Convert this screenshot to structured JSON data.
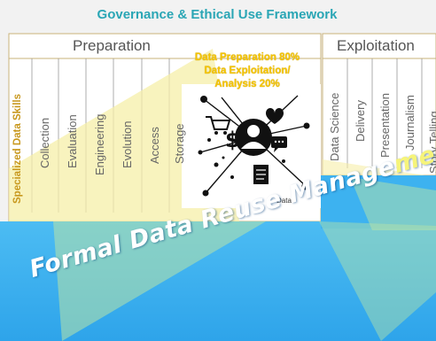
{
  "title": "Governance & Ethical Use Framework",
  "sections": {
    "preparation": "Preparation",
    "exploitation": "Exploitation"
  },
  "preparation_columns": [
    "Specialized Data Skills",
    "Collection",
    "Evaluation",
    "Engineering",
    "Evolution",
    "Access",
    "Storage"
  ],
  "exploitation_columns": [
    "Data Science",
    "Delivery",
    "Presentation",
    "Journalism",
    "Story Telling"
  ],
  "note": {
    "line1": "Data Preparation 80%",
    "line2": "Data Exploitation/",
    "line3": "Analysis 20%"
  },
  "banner": {
    "main": "Formal Data Reuse Manage",
    "highlight": "ment"
  },
  "icon_caption": "Data",
  "colors": {
    "title": "#2aa6b5",
    "banner_blue": "#3db2f0",
    "banner_text": "#ffffff",
    "banner_highlight": "#f6f47a",
    "note_text": "#f5c400",
    "gold_label": "#c8981e",
    "cone_yellow": "#f6efa8",
    "cone_green": "#b9e4a6"
  },
  "icons": [
    "person-icon",
    "dollar-icon",
    "heart-icon",
    "chat-icon",
    "document-icon",
    "cart-icon",
    "network-node-icon"
  ]
}
